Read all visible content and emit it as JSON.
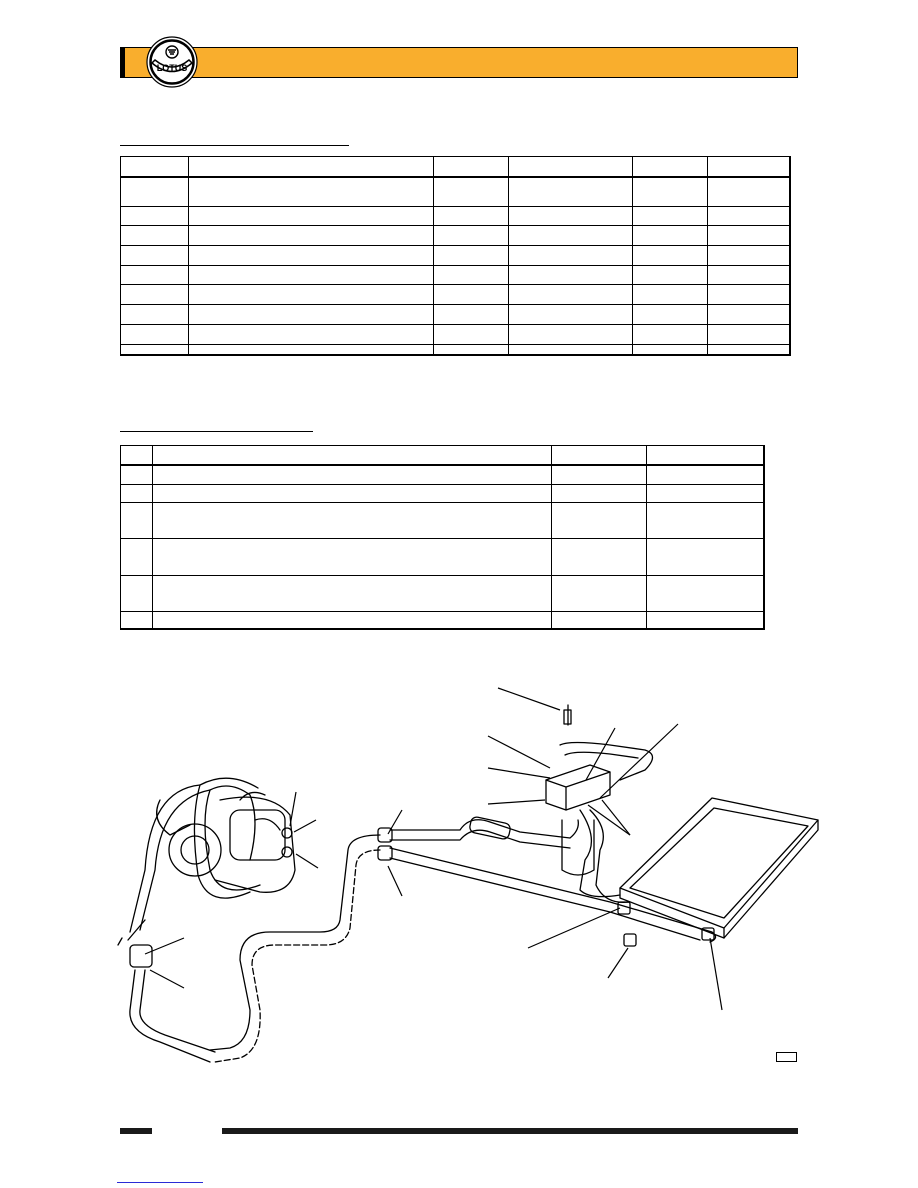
{
  "header": {
    "logo_text": "LOTUS",
    "bar_color": "#f9ae2d"
  },
  "table1": {
    "column_count": 6,
    "row_count": 10,
    "rows": [
      [
        "",
        "",
        "",
        "",
        "",
        ""
      ],
      [
        "",
        "",
        "",
        "",
        "",
        ""
      ],
      [
        "",
        "",
        "",
        "",
        "",
        ""
      ],
      [
        "",
        "",
        "",
        "",
        "",
        ""
      ],
      [
        "",
        "",
        "",
        "",
        "",
        ""
      ],
      [
        "",
        "",
        "",
        "",
        "",
        ""
      ],
      [
        "",
        "",
        "",
        "",
        "",
        ""
      ],
      [
        "",
        "",
        "",
        "",
        "",
        ""
      ],
      [
        "",
        "",
        "",
        "",
        "",
        ""
      ],
      [
        "",
        "",
        "",
        "",
        "",
        ""
      ]
    ]
  },
  "table2": {
    "column_count": 4,
    "rows": [
      [
        "",
        "",
        "",
        ""
      ],
      [
        "",
        "",
        "",
        ""
      ],
      [
        "",
        "",
        "",
        ""
      ],
      [
        "",
        "",
        "",
        ""
      ],
      [
        "",
        "",
        "",
        ""
      ],
      [
        "",
        "",
        "",
        ""
      ],
      [
        "",
        "",
        "",
        ""
      ]
    ]
  },
  "diagram": {
    "subject": "air conditioning refrigerant hose routing: compressor, condenser, receiver-drier, hose connectors"
  },
  "footer": {
    "rule_color": "#1a1a1a"
  }
}
